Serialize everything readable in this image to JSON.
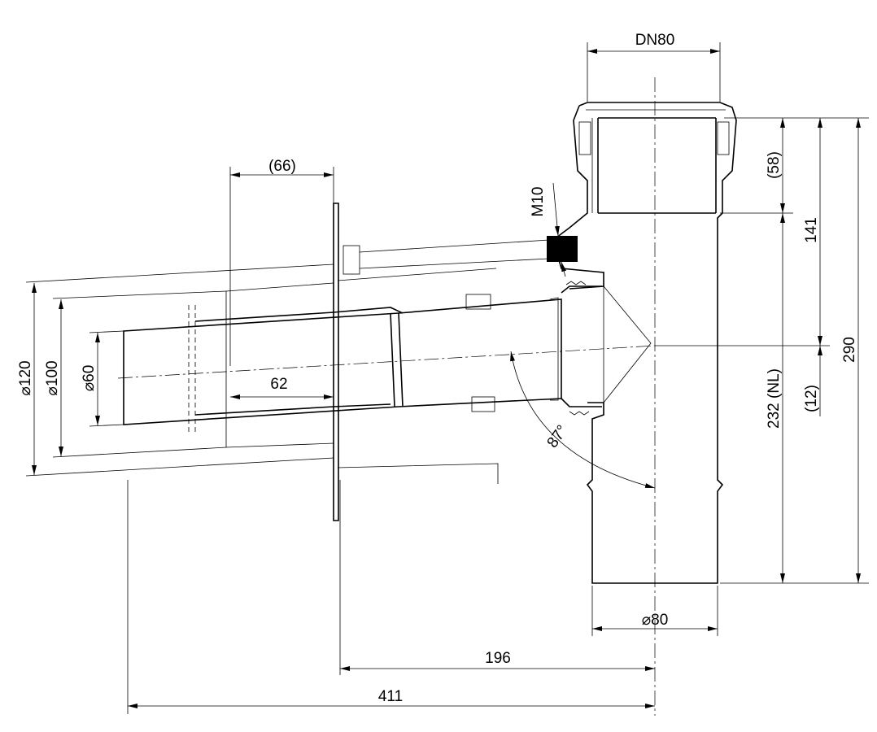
{
  "drawing": {
    "dimensions": {
      "dn80": "DN80",
      "d66": "(66)",
      "d58": "(58)",
      "m10": "M10",
      "d141": "141",
      "d290": "290",
      "d120": "⌀120",
      "d100": "⌀100",
      "d60": "⌀60",
      "d62": "62",
      "d232": "232 (NL)",
      "d12": "(12)",
      "angle": "87°",
      "d80": "⌀80",
      "d196": "196",
      "d411": "411"
    }
  }
}
